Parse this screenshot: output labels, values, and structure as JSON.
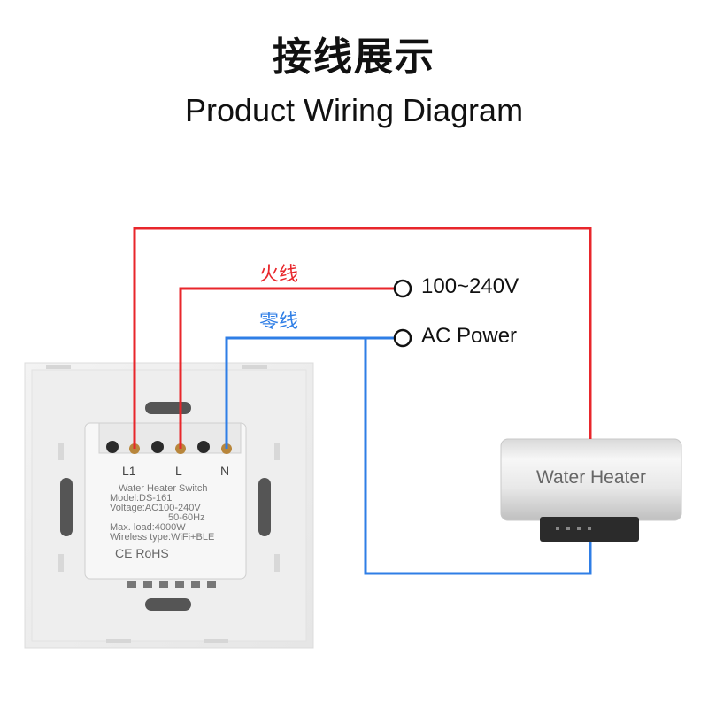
{
  "title_cn": "接线展示",
  "title_en": "Product Wiring Diagram",
  "wires": {
    "live_label": "火线",
    "neutral_label": "零线"
  },
  "terminals": {
    "voltage": "100~240V",
    "power": "AC Power"
  },
  "switch_module": {
    "pins": [
      "L1",
      "L",
      "N"
    ],
    "name": "Water Heater Switch",
    "model": "Model:DS-161",
    "voltage": "Voltage:AC100-240V",
    "frequency": "50-60Hz",
    "max_load": "Max. load:4000W",
    "wireless": "Wireless type:WiFi+BLE",
    "certifications": "CE RoHS"
  },
  "heater": {
    "label": "Water Heater"
  },
  "colors": {
    "live": "#e8262b",
    "neutral": "#2f7ee6"
  }
}
